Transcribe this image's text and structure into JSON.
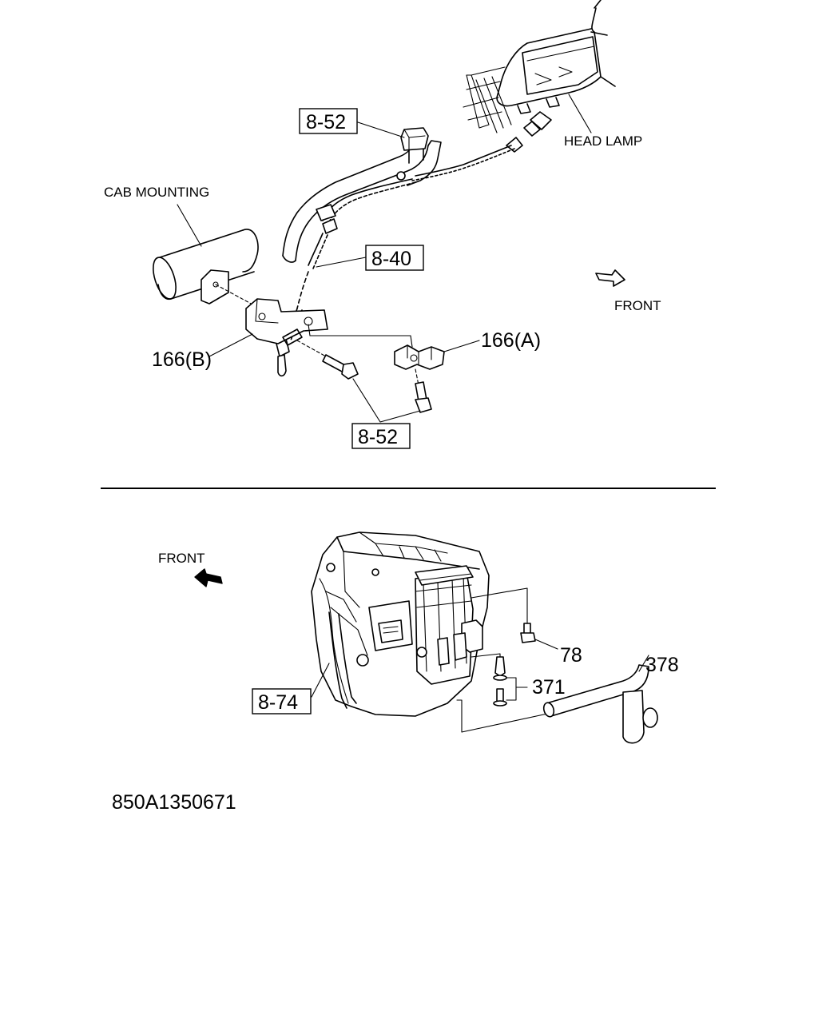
{
  "top_diagram": {
    "labels": {
      "ref_8_52_top": "8-52",
      "head_lamp": "HEAD LAMP",
      "cab_mounting": "CAB MOUNTING",
      "ref_8_40": "8-40",
      "front": "FRONT",
      "part_166a": "166(A)",
      "part_166b": "166(B)",
      "ref_8_52_bottom": "8-52"
    }
  },
  "bottom_diagram": {
    "labels": {
      "front": "FRONT",
      "part_78": "78",
      "part_378": "378",
      "part_371": "371",
      "ref_8_74": "8-74"
    }
  },
  "figure_code": "850A1350671"
}
